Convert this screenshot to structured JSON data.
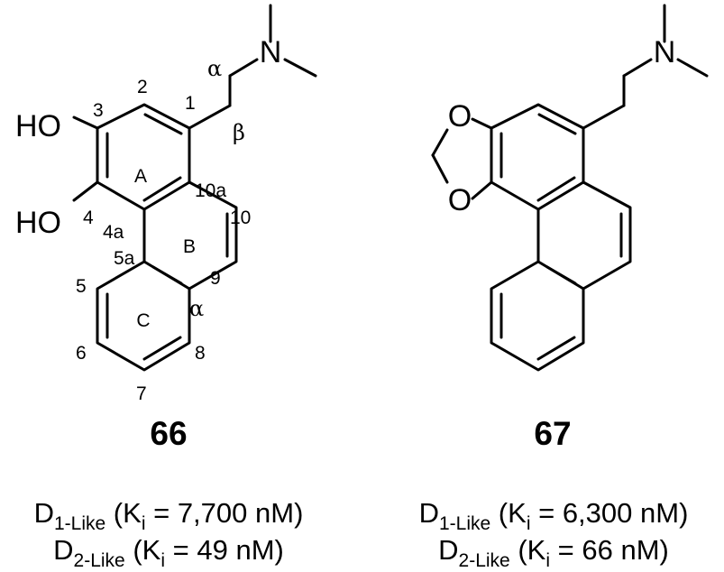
{
  "compounds": [
    {
      "id": "66",
      "atoms": {
        "n": "N",
        "oh_top": "HO",
        "oh_bottom": "HO"
      },
      "ring_labels": {
        "a": "A",
        "b": "B",
        "c": "C"
      },
      "position_labels": {
        "p1": "1",
        "p2": "2",
        "p3": "3",
        "p4": "4",
        "p4a": "4a",
        "p5a": "5a",
        "p5": "5",
        "p6": "6",
        "p7": "7",
        "p8": "8",
        "p9": "9",
        "p10": "10",
        "p10a": "10a",
        "alpha_chain": "α",
        "beta_chain": "β",
        "alpha_ring": "α"
      },
      "affinity": {
        "d1": {
          "receptor": "D",
          "sub": "1-Like",
          "ki_label": "K",
          "ki_sub": "i",
          "value": " = 7,700 nM)"
        },
        "d2": {
          "receptor": "D",
          "sub": "2-Like",
          "ki_label": "K",
          "ki_sub": "i",
          "value": " = 49 nM)"
        }
      }
    },
    {
      "id": "67",
      "atoms": {
        "n": "N",
        "o_top": "O",
        "o_bottom": "O"
      },
      "affinity": {
        "d1": {
          "receptor": "D",
          "sub": "1-Like",
          "ki_label": "K",
          "ki_sub": "i",
          "value": " = 6,300 nM)"
        },
        "d2": {
          "receptor": "D",
          "sub": "2-Like",
          "ki_label": "K",
          "ki_sub": "i",
          "value": " = 66 nM)"
        }
      }
    }
  ]
}
